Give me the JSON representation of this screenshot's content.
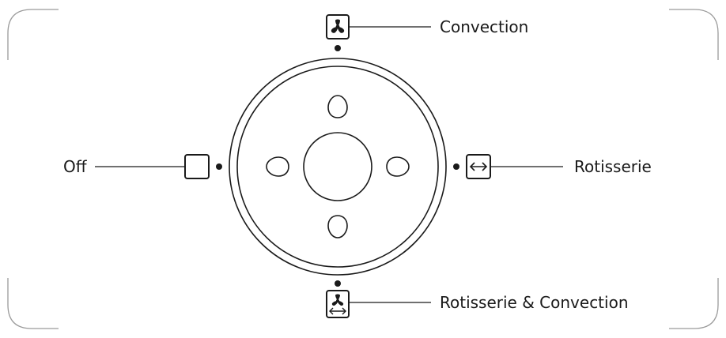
{
  "labels": {
    "top": "Convection",
    "left": "Off",
    "right": "Rotisserie",
    "bottom": "Rotisserie & Convection"
  },
  "icons": {
    "top": "fan-icon",
    "left": "blank-box-icon",
    "right": "double-arrow-icon",
    "bottom": "fan-with-double-arrow-icon"
  },
  "colors": {
    "stroke": "#1a1a1a",
    "frame": "#9a9a9a",
    "background": "#ffffff"
  }
}
